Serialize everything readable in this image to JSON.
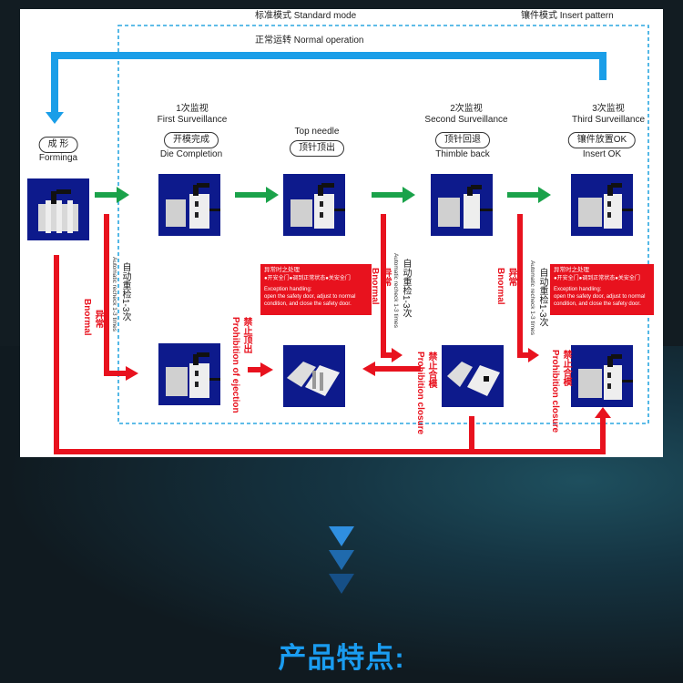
{
  "labels": {
    "standard_mode": "标准模式 Standard mode",
    "insert_pattern": "镶件模式 Insert pattern",
    "normal_operation": "正常运转 Normal operation"
  },
  "stages": [
    {
      "id": "forming",
      "title_cn": "",
      "title_en": "",
      "pill": "成 形",
      "sub": "Forminga"
    },
    {
      "id": "first",
      "title_cn": "1次监视",
      "title_en": "First Surveillance",
      "pill": "开模完成",
      "sub": "Die Completion"
    },
    {
      "id": "top",
      "title_cn": "",
      "title_en": "Top needle",
      "pill": "顶针顶出",
      "sub": ""
    },
    {
      "id": "second",
      "title_cn": "2次监视",
      "title_en": "Second Surveillance",
      "pill": "顶针回退",
      "sub": "Thimble back"
    },
    {
      "id": "third",
      "title_cn": "3次监视",
      "title_en": "Third Surveillance",
      "pill": "镶件放置OK",
      "sub": "Insert OK"
    }
  ],
  "side_labels": {
    "recheck_cn": "自动重检1-3次",
    "recheck_en": "Automatic recheck 1-3 times",
    "abnormal_cn": "异常",
    "abnormal_en": "Bnormal",
    "prohibit_eject_cn": "禁止顶出",
    "prohibit_eject_en": "Prohibition of ejection",
    "prohibit_close_cn": "禁止合模",
    "prohibit_close_en": "Prohibition closure"
  },
  "exception_box": {
    "title_cn": "异常时之处理",
    "steps_cn": "●开安全门●调到正常状态●关安全门",
    "title_en": "Exception handling:",
    "body_en": "open the safety door, adjust to normal condition, and close the safety door."
  },
  "colors": {
    "blue_arrow": "#1a9ee8",
    "green_arrow": "#1aa24a",
    "red_arrow": "#e8121e",
    "dashed_border": "#2aa6e0",
    "machine_bg": "#0d1a8c",
    "accent_title": "#1a9cf0"
  },
  "footer": {
    "title": "产品特点:"
  }
}
